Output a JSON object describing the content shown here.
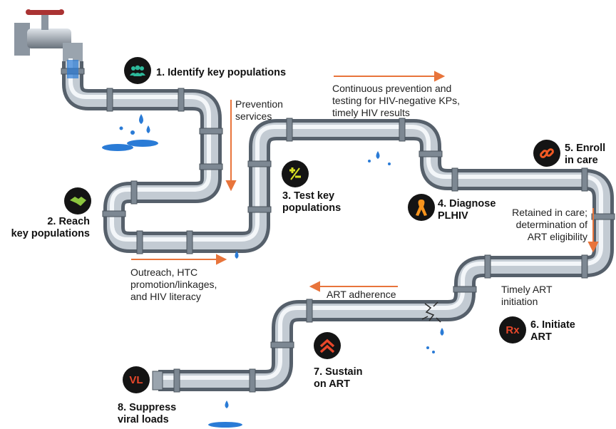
{
  "steps": [
    {
      "label": "1. Identify key populations",
      "icon": "people-icon",
      "color": "#2db89a"
    },
    {
      "label": "2. Reach\nkey populations",
      "icon": "handshake-icon",
      "color": "#8cc63f"
    },
    {
      "label": "3. Test key\npopulations",
      "icon": "plus-minus-icon",
      "color": "#d7df23"
    },
    {
      "label": "4. Diagnose\nPLHIV",
      "icon": "ribbon-icon",
      "color": "#f7941d"
    },
    {
      "label": "5. Enroll\nin care",
      "icon": "link-icon",
      "color": "#f15a24"
    },
    {
      "label": "6. Initiate\nART",
      "icon": "rx-icon",
      "icon_text": "Rx",
      "color": "#e8472a"
    },
    {
      "label": "7. Sustain\non ART",
      "icon": "chevron-up-icon",
      "color": "#e8472a"
    },
    {
      "label": "8. Suppress\nviral loads",
      "icon": "vl-icon",
      "icon_text": "VL",
      "color": "#e8472a"
    }
  ],
  "notes": {
    "prevention": "Prevention\nservices",
    "continuous": "Continuous prevention and\ntesting for HIV-negative KPs,\ntimely HIV results",
    "outreach": "Outreach, HTC\npromotion/linkages,\nand HIV literacy",
    "retained": "Retained in care;\ndetermination of\nART eligibility",
    "art_adherence": "ART adherence",
    "timely_art": "Timely ART\ninitiation"
  },
  "colors": {
    "arrow": "#e8743b",
    "water": "#2a7bd6",
    "faucet_handle": "#b02a2a"
  }
}
